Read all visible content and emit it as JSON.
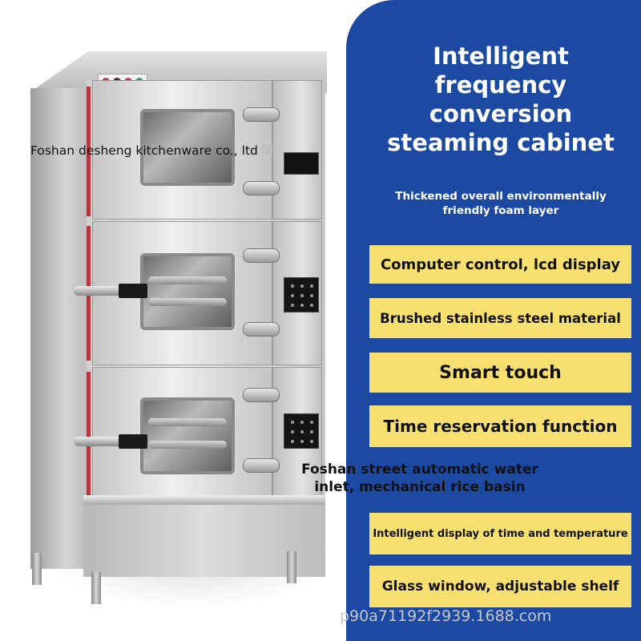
{
  "headline": {
    "line1": "Intelligent",
    "line2": "frequency",
    "line3": "conversion",
    "line4": "steaming cabinet"
  },
  "subheadline": "Thickened overall environmentally friendly foam layer",
  "features": [
    "Computer control, lcd display",
    "Brushed stainless steel material",
    "Smart touch",
    "Time reservation function",
    "Intelligent display of time and temperature",
    "Glass window, adjustable shelf"
  ],
  "watermarks": {
    "company": "Foshan desheng kitchenware co., ltd",
    "company_ghost": "同",
    "street": "Foshan street automatic water inlet, mechanical rice basin",
    "url": "p90a71192f2939.1688.com"
  },
  "colors": {
    "panel_blue": "#1c4aa3",
    "feature_yellow": "#f7e070",
    "text_white": "#ffffff"
  },
  "icons": {
    "product_image": "stainless-steam-cabinet-illustration"
  }
}
